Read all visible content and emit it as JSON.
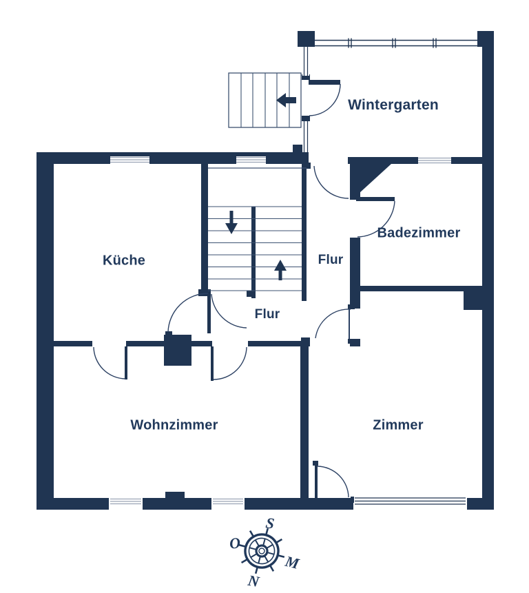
{
  "plan": {
    "title": "floor-plan",
    "rooms": {
      "wintergarten": "Wintergarten",
      "kueche": "Küche",
      "badezimmer": "Badezimmer",
      "flur_upper": "Flur",
      "flur_lower": "Flur",
      "wohnzimmer": "Wohnzimmer",
      "zimmer": "Zimmer"
    },
    "compass": {
      "top": "S",
      "left": "O",
      "bottom": "N",
      "right": "M"
    },
    "icons": [
      "stairs-entry-arrow-left-icon",
      "stairs-down-arrow-icon",
      "stairs-up-arrow-icon",
      "compass-rose-icon"
    ],
    "colors": {
      "wall": "#203552",
      "label_text": "#21395b",
      "door_arc": "#2c4163",
      "glazing_line": "#9aa3b5",
      "background": "#ffffff"
    }
  }
}
